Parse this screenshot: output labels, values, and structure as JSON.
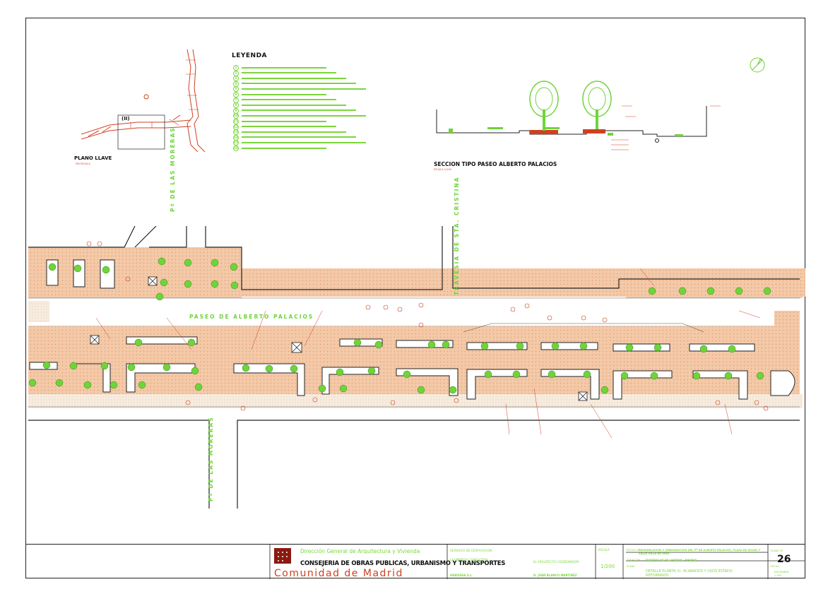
{
  "legend": {
    "title": "LEYENDA",
    "items": [
      "1",
      "2",
      "3",
      "4",
      "5",
      "6",
      "7",
      "8",
      "9",
      "10",
      "11",
      "12",
      "13",
      "14",
      "15",
      "16"
    ]
  },
  "key_plan": {
    "title": "PLANO LLAVE",
    "scale": "SIN ESCALA",
    "marker": "(II)"
  },
  "section": {
    "title": "SECCION TIPO PASEO ALBERTO PALACIOS",
    "scale": "ESCALA 1/100"
  },
  "streets": {
    "paseo": "PASEO DE ALBERTO PALACIOS",
    "moreras_top": "Pº DE LAS MORERAS",
    "moreras_bottom": "Pº DE LAS MORERAS",
    "travesia": "TRAVESIA DE STA. CRISTINA"
  },
  "title_block": {
    "direccion": "Dirección General de Arquitectura y Vivienda",
    "consejeria": "CONSEJERIA DE OBRAS PUBLICAS, URBANISMO Y TRANSPORTES",
    "comunidad": "Comunidad de Madrid",
    "servicio_label": "SERVICIO DE EDIFICACION",
    "empresa_label": "LA EMPRESA CONSULTORA",
    "arquitecto_label": "EL ARQUITECTO COORDINADOR",
    "empresa": "GRAVISSA S.L.",
    "arquitecto": "D. JUAN BLANCO MARTINEZ",
    "escala_label": "ESCALA",
    "escala": "1/200",
    "proyecto_label": "PROYECTO",
    "proyecto": "REMODELACION Y URBANIZACION DEL Pº DE ALBERTO PALACIOS, PLAZA DE ASCAO Y CALLE VILLA DE VIGO",
    "situacion_label": "SITUACION",
    "situacion": "DISTRITO DE VILLAVERDE - MADRID",
    "plano_label": "PLANO",
    "plano": "DETALLE PLANTA (I): ACABADOS Y USOS ESTADO REFORMADO",
    "plano_n_label": "PLANO Nº",
    "plano_n": "26",
    "fecha_label": "FECHA",
    "fecha": "NOVIEMBRE 1.995"
  },
  "colors": {
    "paving": "#f3c9a8",
    "paving_dot": "#e59a6c",
    "green": "#6fd43a",
    "red": "#d04020",
    "line": "#222222"
  }
}
